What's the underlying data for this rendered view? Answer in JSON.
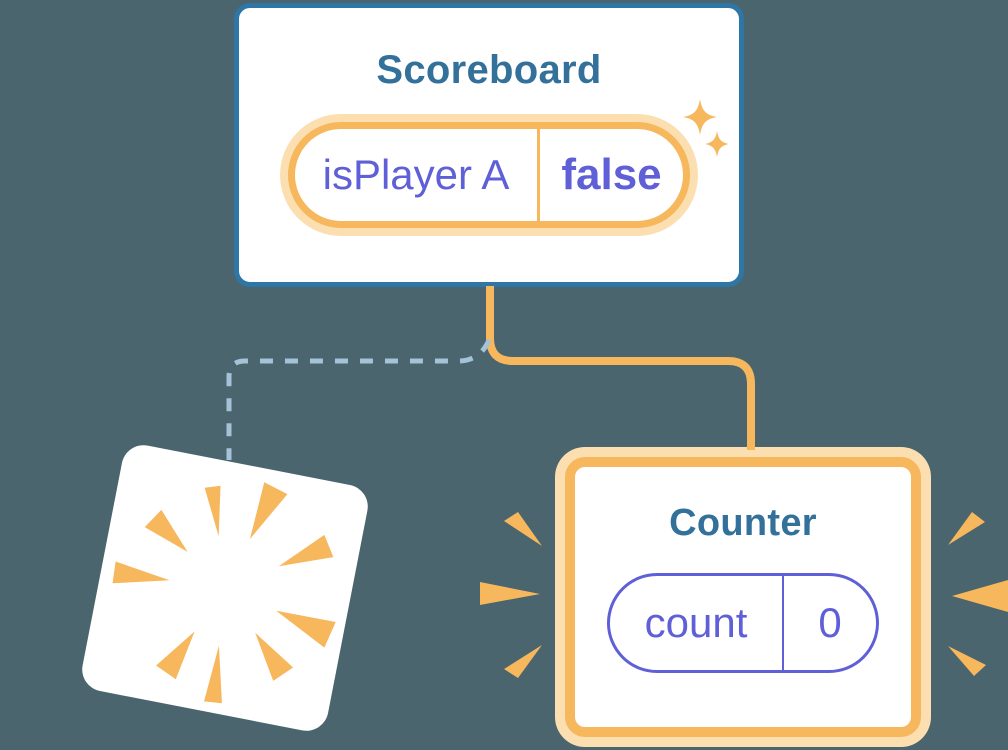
{
  "canvas": {
    "background": "#4a656e"
  },
  "scoreboard": {
    "title": "Scoreboard",
    "state": {
      "name": "isPlayer A",
      "value": "false"
    }
  },
  "counter": {
    "title": "Counter",
    "state": {
      "name": "count",
      "value": "0"
    }
  },
  "colors": {
    "card_border_blue": "#2e76a6",
    "component_title_blue": "#33709a",
    "accent_orange": "#f6b75d",
    "accent_orange_light": "#fcdfb1",
    "state_purple": "#5f5fd8",
    "dashed_line_gray_blue": "#a4c2d8",
    "card_white": "#ffffff"
  },
  "icons": {
    "sparkles": "sparkle-stars-icon",
    "poof": "poof-burst-icon",
    "emphasis_left": "emphasis-wedges-left-icon",
    "emphasis_right": "emphasis-wedges-right-icon",
    "solid_connector": "kept-subtree-connector",
    "dashed_connector": "removed-subtree-connector"
  }
}
